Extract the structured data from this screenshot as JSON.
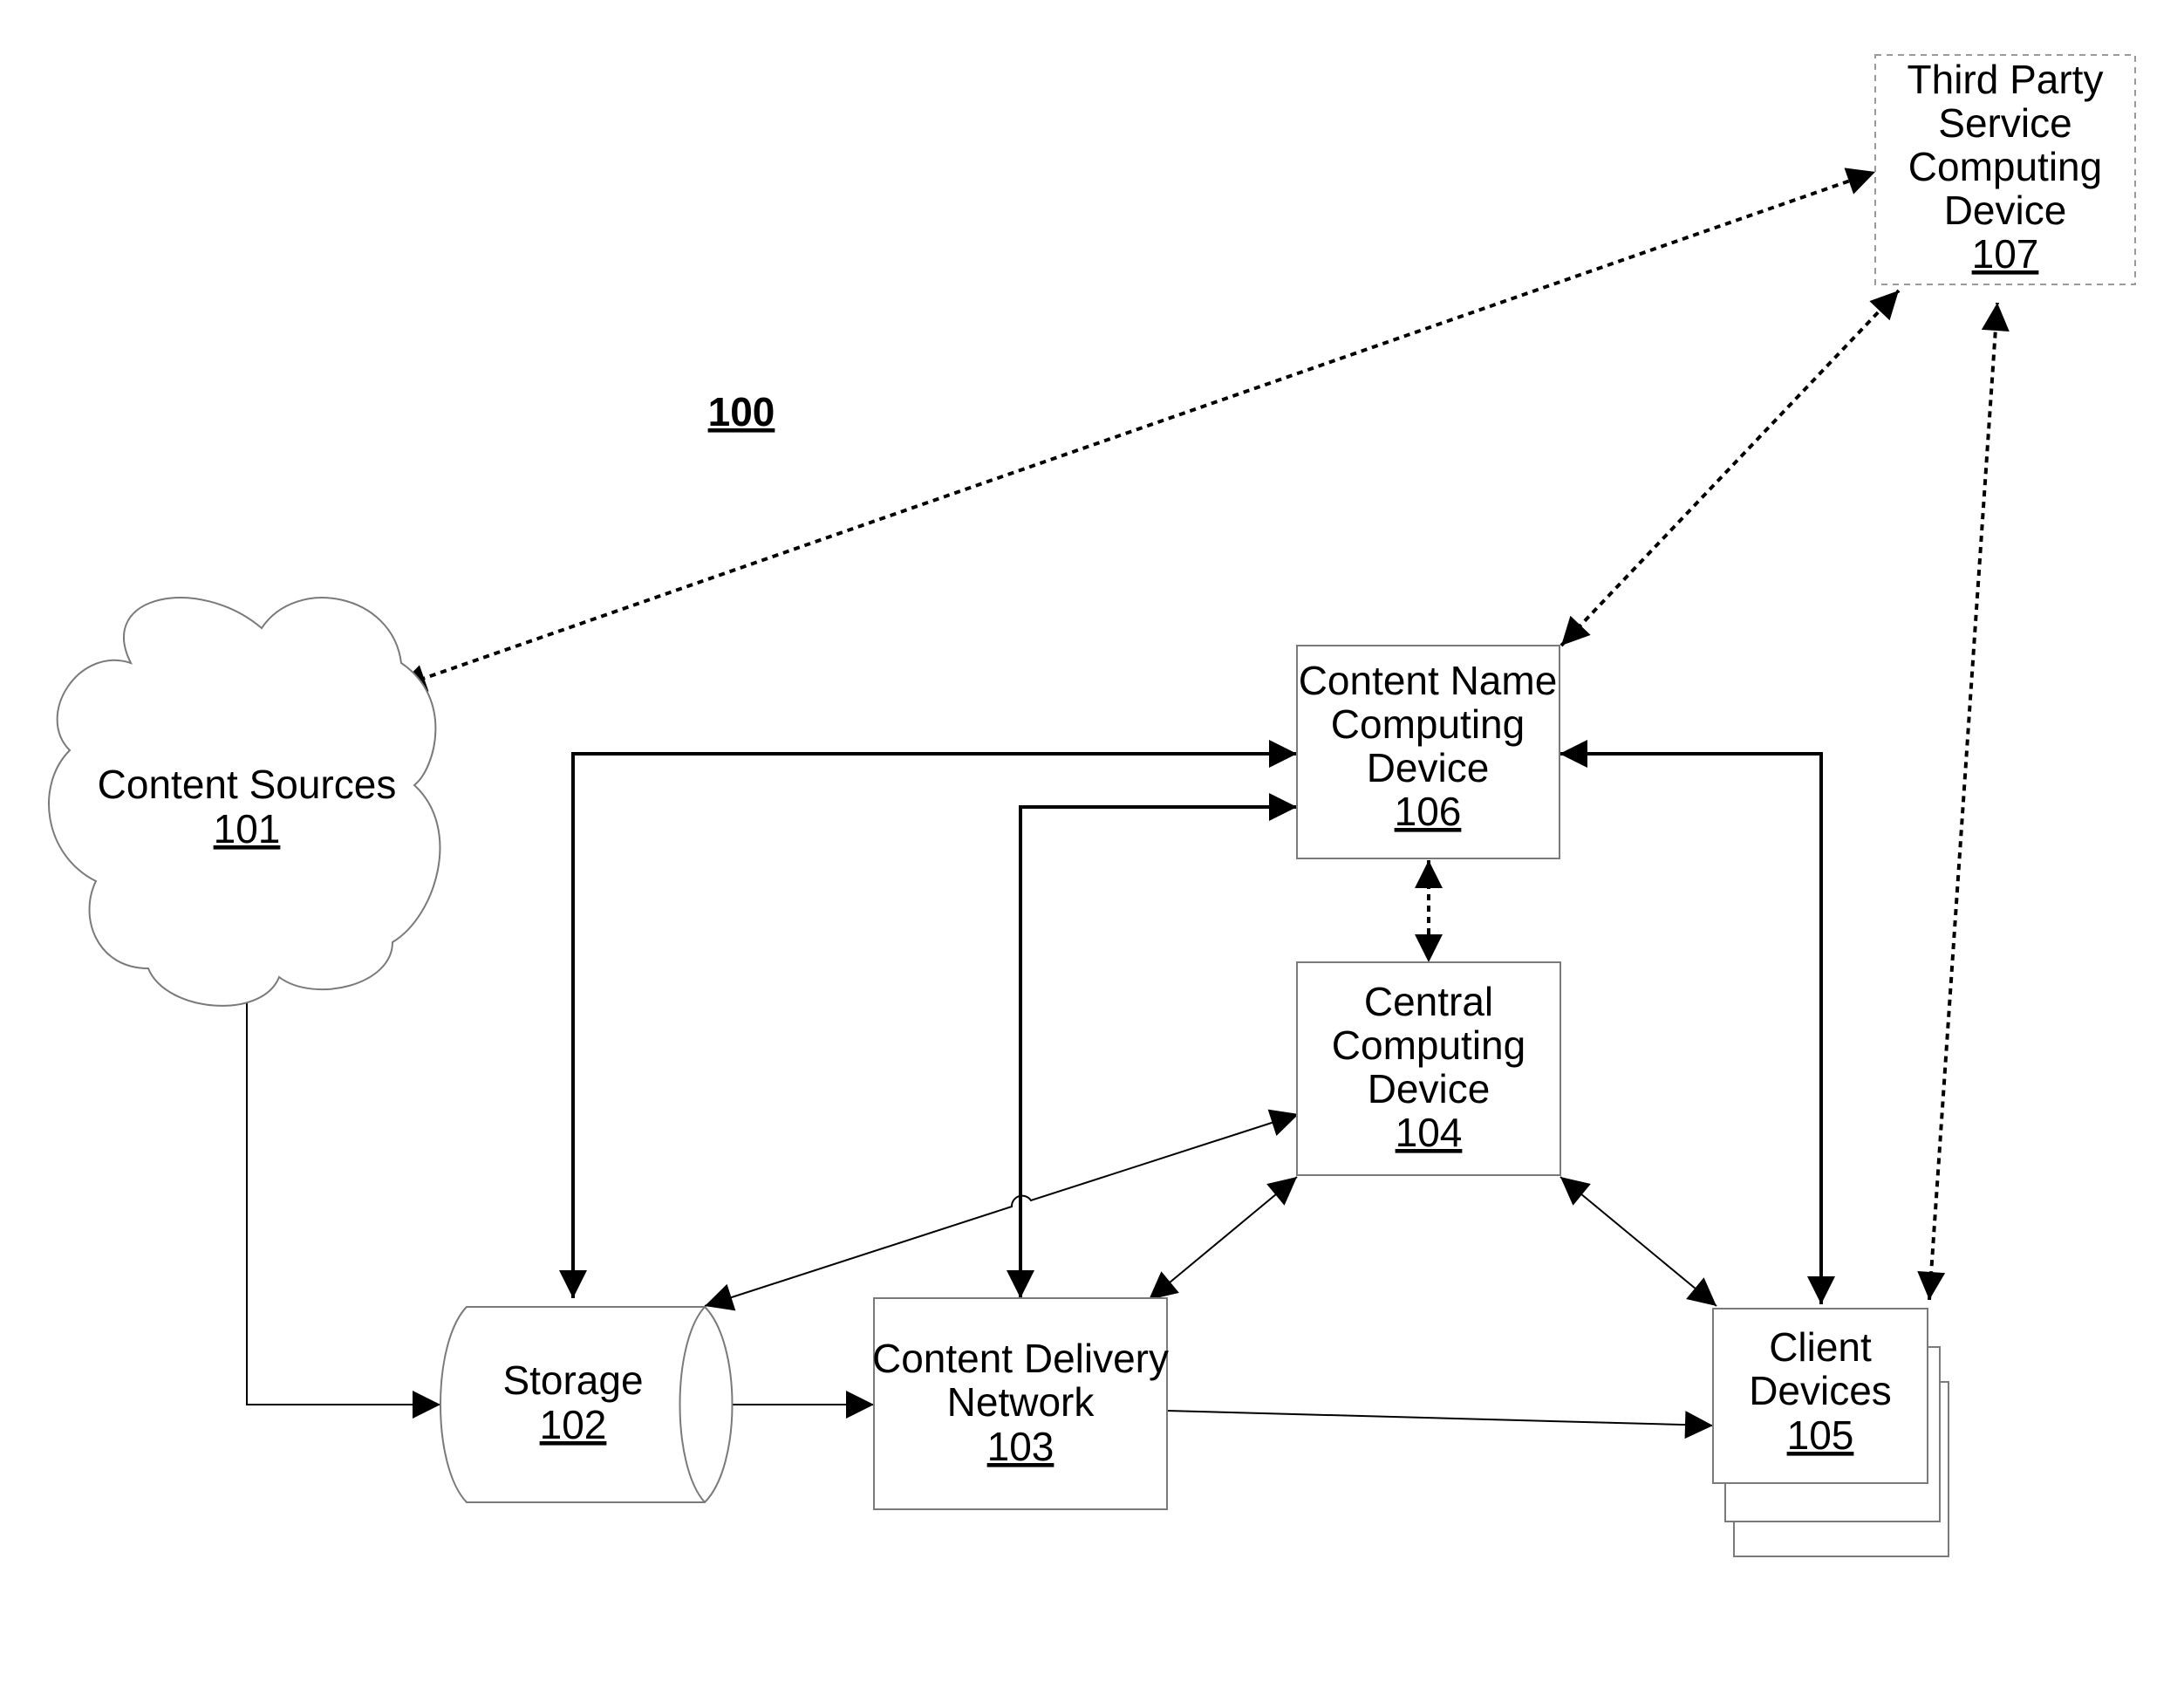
{
  "figure": {
    "label": "100"
  },
  "nodes": {
    "content_sources": {
      "lines": [
        "Content Sources"
      ],
      "ref": "101"
    },
    "storage": {
      "lines": [
        "Storage"
      ],
      "ref": "102"
    },
    "cdn": {
      "lines": [
        "Content Delivery",
        "Network"
      ],
      "ref": "103"
    },
    "central": {
      "lines": [
        "Central",
        "Computing",
        "Device"
      ],
      "ref": "104"
    },
    "client": {
      "lines": [
        "Client",
        "Devices"
      ],
      "ref": "105"
    },
    "content_name": {
      "lines": [
        "Content Name",
        "Computing",
        "Device"
      ],
      "ref": "106"
    },
    "third_party": {
      "lines": [
        "Third Party",
        "Service",
        "Computing",
        "Device"
      ],
      "ref": "107"
    }
  },
  "edges": [
    {
      "from": "content_sources",
      "to": "storage",
      "style": "thin",
      "direction": "forward"
    },
    {
      "from": "storage",
      "to": "cdn",
      "style": "thin",
      "direction": "forward"
    },
    {
      "from": "cdn",
      "to": "client",
      "style": "thin",
      "direction": "forward"
    },
    {
      "from": "storage",
      "to": "central",
      "style": "thin",
      "direction": "both"
    },
    {
      "from": "cdn",
      "to": "central",
      "style": "thin",
      "direction": "both"
    },
    {
      "from": "central",
      "to": "client",
      "style": "thin",
      "direction": "both"
    },
    {
      "from": "storage",
      "to": "content_name",
      "style": "thick",
      "direction": "both"
    },
    {
      "from": "cdn",
      "to": "content_name",
      "style": "thick",
      "direction": "both"
    },
    {
      "from": "content_name",
      "to": "client",
      "style": "thick",
      "direction": "both"
    },
    {
      "from": "content_name",
      "to": "central",
      "style": "dotted",
      "direction": "both"
    },
    {
      "from": "content_sources",
      "to": "third_party",
      "style": "dotted",
      "direction": "both"
    },
    {
      "from": "content_name",
      "to": "third_party",
      "style": "dotted",
      "direction": "both"
    },
    {
      "from": "client",
      "to": "third_party",
      "style": "dotted",
      "direction": "both"
    }
  ]
}
